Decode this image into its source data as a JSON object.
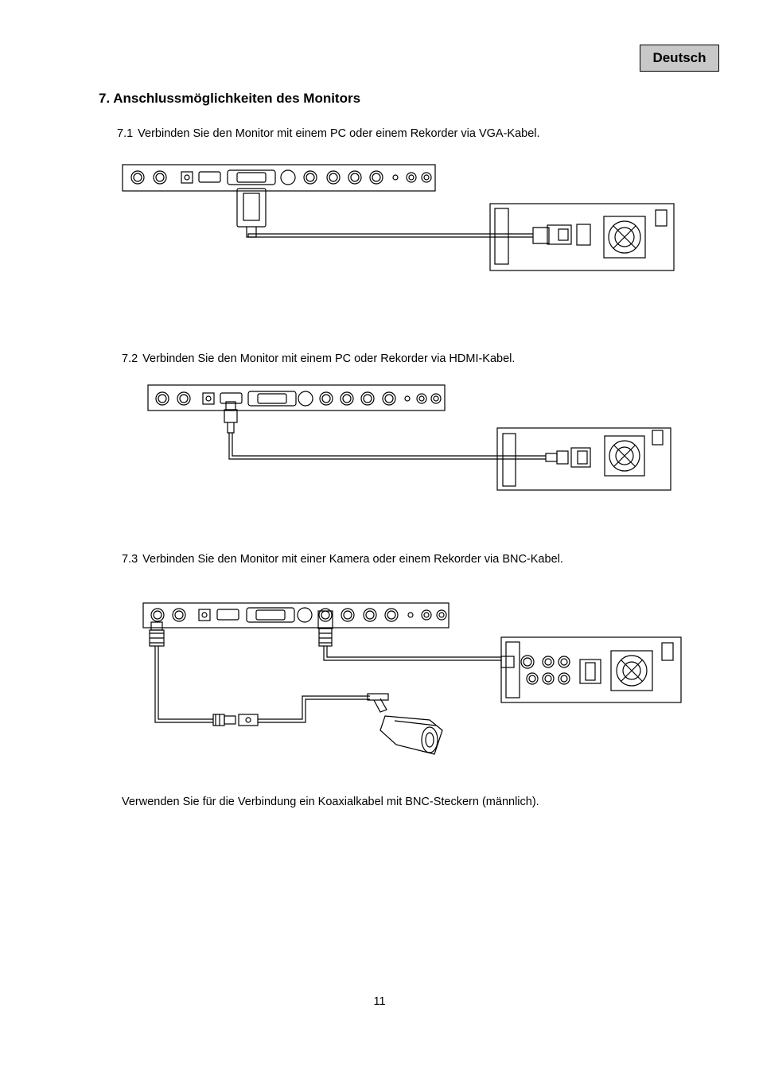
{
  "header": {
    "language_badge": "Deutsch"
  },
  "section": {
    "heading": "7. Anschlussmöglichkeiten des Monitors",
    "steps": [
      {
        "number": "7.1",
        "text": "Verbinden Sie den Monitor mit einem PC oder einem Rekorder via VGA-Kabel."
      },
      {
        "number": "7.2",
        "text": "Verbinden Sie den Monitor mit einem PC oder Rekorder via HDMI-Kabel."
      },
      {
        "number": "7.3",
        "text": "Verbinden Sie den Monitor mit einer Kamera oder einem Rekorder via BNC-Kabel."
      }
    ],
    "note": "Verwenden Sie für die Verbindung ein Koaxialkabel mit BNC-Steckern (männlich)."
  },
  "footer": {
    "page_number": "11"
  }
}
